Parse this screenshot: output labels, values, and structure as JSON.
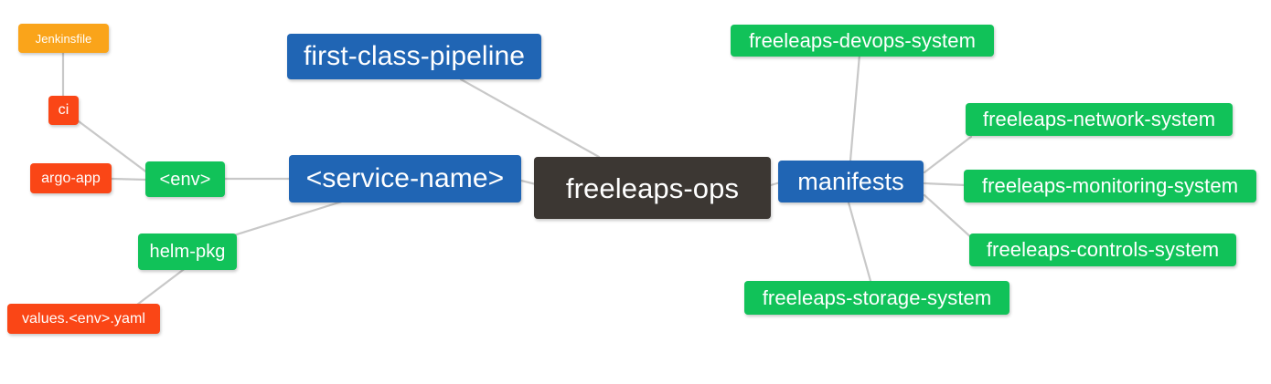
{
  "diagram": {
    "type": "mindmap",
    "title": "freeleaps-ops",
    "background": "#ffffff",
    "edge_color": "#c8c8c8",
    "palette": {
      "root": "#3c3733",
      "blue": "#2065b4",
      "green": "#11c259",
      "red": "#fa4616",
      "orange": "#faa41a",
      "text": "#ffffff"
    }
  },
  "nodes": {
    "root": {
      "label": "freeleaps-ops",
      "color": "root"
    },
    "service_name": {
      "label": "<service-name>",
      "color": "blue"
    },
    "first_class_pipeline": {
      "label": "first-class-pipeline",
      "color": "blue"
    },
    "manifests": {
      "label": "manifests",
      "color": "blue"
    },
    "env": {
      "label": "<env>",
      "color": "green"
    },
    "helm_pkg": {
      "label": "helm-pkg",
      "color": "green"
    },
    "ci": {
      "label": "ci",
      "color": "red"
    },
    "argo_app": {
      "label": "argo-app",
      "color": "red"
    },
    "values_yaml": {
      "label": "values.<env>.yaml",
      "color": "red"
    },
    "jenkinsfile": {
      "label": "Jenkinsfile",
      "color": "orange"
    },
    "devops_system": {
      "label": "freeleaps-devops-system",
      "color": "green"
    },
    "network_system": {
      "label": "freeleaps-network-system",
      "color": "green"
    },
    "monitoring_system": {
      "label": "freeleaps-monitoring-system",
      "color": "green"
    },
    "controls_system": {
      "label": "freeleaps-controls-system",
      "color": "green"
    },
    "storage_system": {
      "label": "freeleaps-storage-system",
      "color": "green"
    }
  },
  "edges": [
    {
      "from": "root",
      "to": "service_name"
    },
    {
      "from": "root",
      "to": "first_class_pipeline"
    },
    {
      "from": "root",
      "to": "manifests"
    },
    {
      "from": "service_name",
      "to": "env"
    },
    {
      "from": "service_name",
      "to": "helm_pkg"
    },
    {
      "from": "env",
      "to": "ci"
    },
    {
      "from": "env",
      "to": "argo_app"
    },
    {
      "from": "ci",
      "to": "jenkinsfile"
    },
    {
      "from": "helm_pkg",
      "to": "values_yaml"
    },
    {
      "from": "manifests",
      "to": "devops_system"
    },
    {
      "from": "manifests",
      "to": "network_system"
    },
    {
      "from": "manifests",
      "to": "monitoring_system"
    },
    {
      "from": "manifests",
      "to": "controls_system"
    },
    {
      "from": "manifests",
      "to": "storage_system"
    }
  ]
}
